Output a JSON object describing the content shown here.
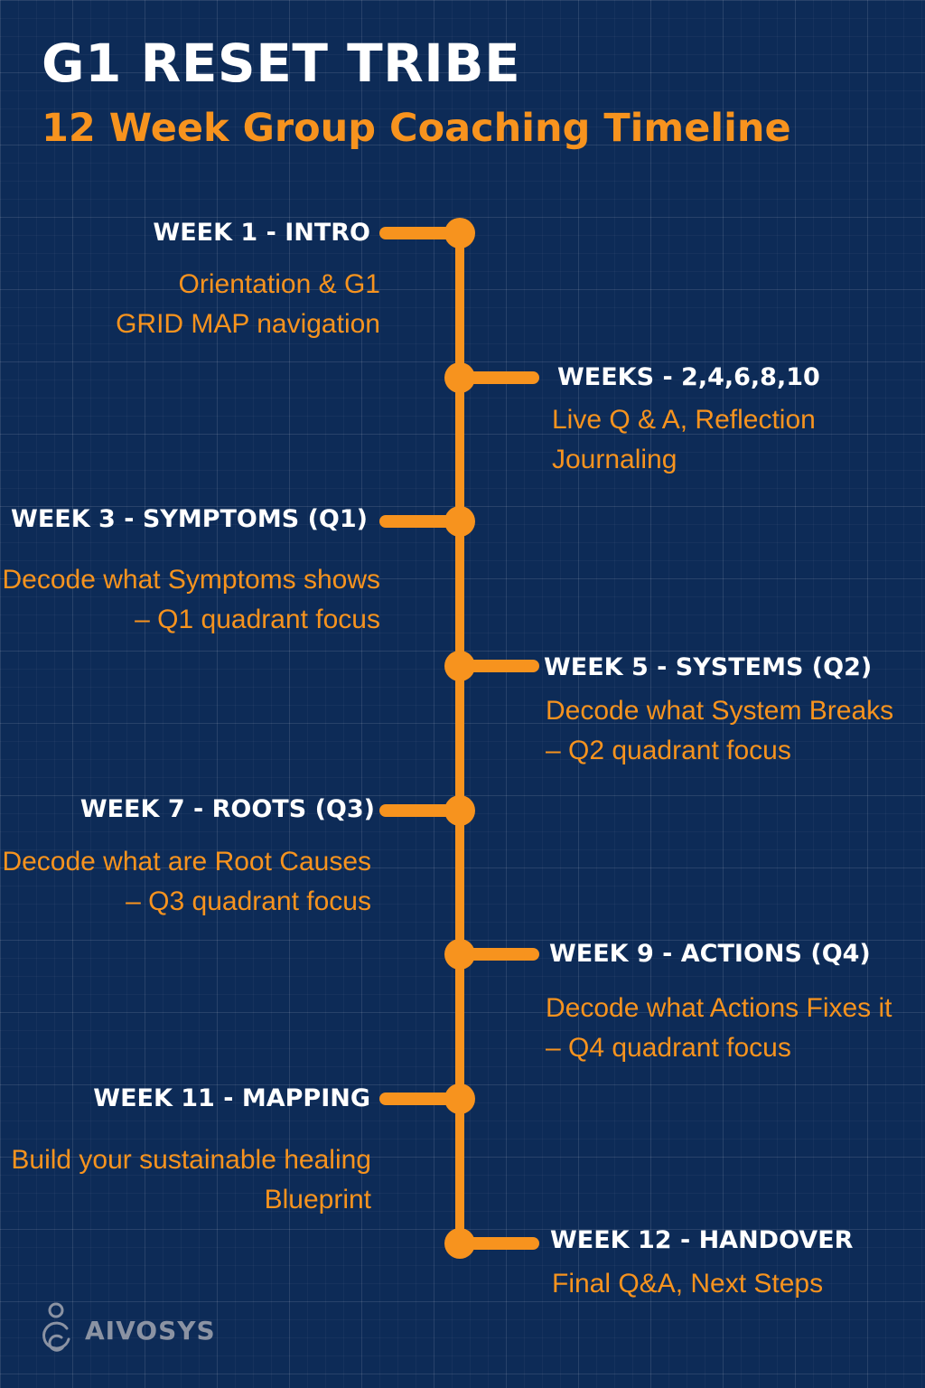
{
  "header": {
    "title": "G1 RESET TRIBE",
    "subtitle": "12 Week Group Coaching Timeline"
  },
  "colors": {
    "background": "#0d2b57",
    "accent": "#f7931e",
    "heading": "#ffffff",
    "logo": "#8b93a3"
  },
  "milestones": [
    {
      "label": "WEEK 1 - INTRO",
      "desc": "Orientation & G1\nGRID MAP navigation"
    },
    {
      "label": "WEEKS - 2,4,6,8,10",
      "desc": "Live Q & A, Reflection\nJournaling"
    },
    {
      "label": "WEEK 3 - SYMPTOMS (Q1)",
      "desc": "Decode what Symptoms shows\n– Q1 quadrant focus"
    },
    {
      "label": "WEEK 5 - SYSTEMS (Q2)",
      "desc": "Decode what System Breaks\n– Q2 quadrant focus"
    },
    {
      "label": "WEEK 7 - ROOTS (Q3)",
      "desc": "Decode what are Root Causes\n– Q3 quadrant focus"
    },
    {
      "label": "WEEK 9 - ACTIONS (Q4)",
      "desc": "Decode what Actions Fixes it\n– Q4 quadrant focus"
    },
    {
      "label": "WEEK 11 - MAPPING",
      "desc": "Build your sustainable healing\nBlueprint"
    },
    {
      "label": "WEEK 12 - HANDOVER",
      "desc": "Final Q&A, Next Steps"
    }
  ],
  "logo": {
    "text": "AIVOSYS",
    "icon": "aivosys-logo-icon"
  }
}
